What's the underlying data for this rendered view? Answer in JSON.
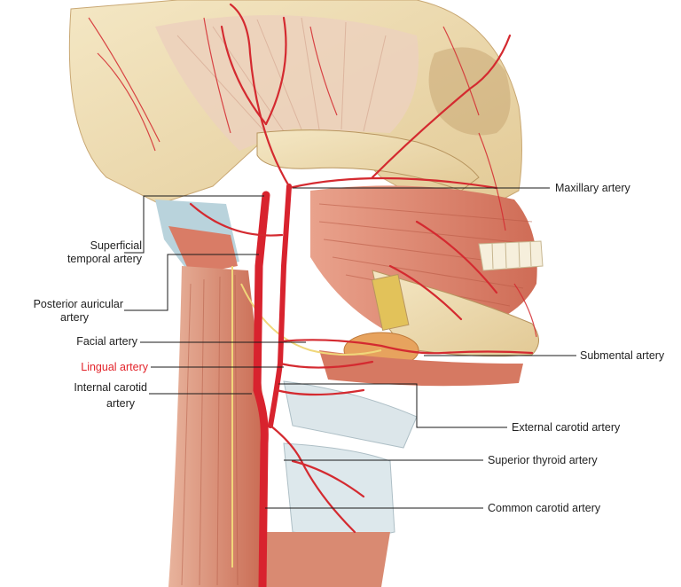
{
  "labels": {
    "maxillary_artery": "Maxillary artery",
    "superficial_temporal_artery_line1": "Superficial",
    "superficial_temporal_artery_line2": "temporal artery",
    "posterior_auricular_artery_line1": "Posterior auricular",
    "posterior_auricular_artery_line2": "artery",
    "facial_artery": "Facial artery",
    "submental_artery": "Submental artery",
    "lingual_artery": "Lingual artery",
    "internal_carotid_artery_line1": "Internal carotid",
    "internal_carotid_artery_line2": "artery",
    "external_carotid_artery": "External carotid artery",
    "superior_thyroid_artery": "Superior thyroid artery",
    "common_carotid_artery": "Common carotid artery"
  },
  "colors": {
    "highlight_label": "#e3242b",
    "label_text": "#222222",
    "leader_line": "#1a1a1a",
    "bone": "#eddcb0",
    "muscle": "#d9826b",
    "artery": "#d8232e",
    "gland": "#e7a35e",
    "cartilage": "#dce6ea"
  }
}
